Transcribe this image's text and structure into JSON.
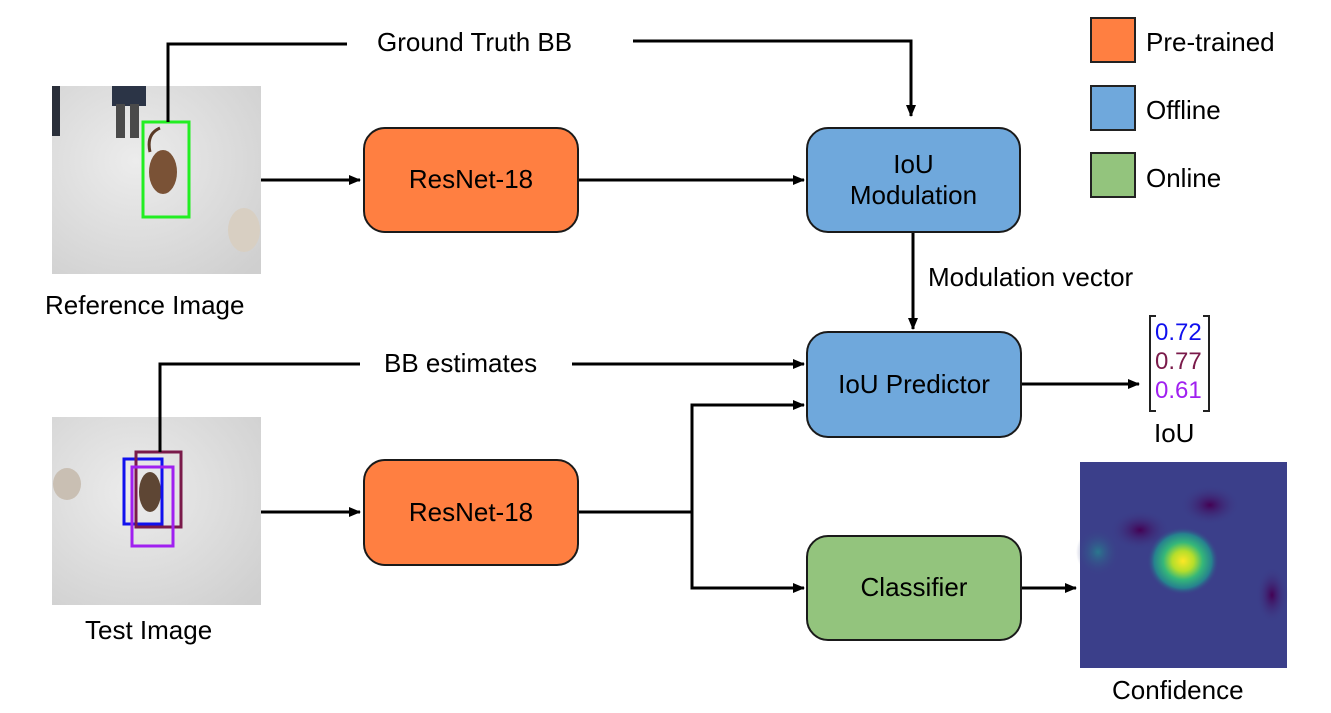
{
  "legend": [
    {
      "label": "Pre-trained",
      "color": "#ff7f41"
    },
    {
      "label": "Offline",
      "color": "#6fa8dc"
    },
    {
      "label": "Online",
      "color": "#93c47d"
    }
  ],
  "inputs": {
    "reference_label": "Reference Image",
    "test_label": "Test Image",
    "ground_truth_box_color": "#22ee22",
    "estimate_box_colors": [
      "#1010ee",
      "#7a1a4a",
      "#a020f0"
    ]
  },
  "edges": {
    "ground_truth": "Ground Truth BB",
    "bb_estimates": "BB estimates",
    "modulation_vector": "Modulation vector"
  },
  "blocks": {
    "resnet_ref": "ResNet-18",
    "resnet_test": "ResNet-18",
    "iou_modulation_line1": "IoU",
    "iou_modulation_line2": "Modulation",
    "iou_predictor": "IoU Predictor",
    "classifier": "Classifier"
  },
  "outputs": {
    "iou_values": [
      {
        "value": "0.72",
        "color": "#1010ee"
      },
      {
        "value": "0.77",
        "color": "#7a1a4a"
      },
      {
        "value": "0.61",
        "color": "#a020f0"
      }
    ],
    "iou_label": "IoU",
    "confidence_label": "Confidence"
  }
}
